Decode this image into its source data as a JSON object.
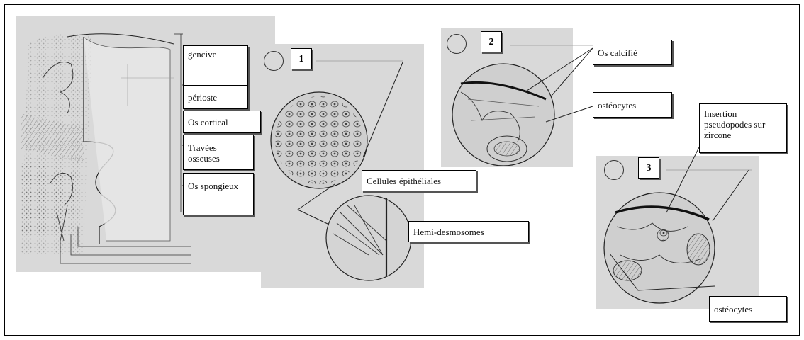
{
  "panels": {
    "overview": {
      "labels": [
        {
          "id": "gencive",
          "text": "gencive"
        },
        {
          "id": "perioste",
          "text": "périoste"
        },
        {
          "id": "os-cortical",
          "text": "Os cortical"
        },
        {
          "id": "travees",
          "text": "Travées osseuses"
        },
        {
          "id": "os-spongieux",
          "text": "Os spongieux"
        }
      ]
    },
    "detail1": {
      "number": "1",
      "labels": [
        {
          "id": "cellules",
          "text": "Cellules épithéliales"
        },
        {
          "id": "hemi",
          "text": "Hemi-desmosomes"
        }
      ]
    },
    "detail2": {
      "number": "2",
      "labels": [
        {
          "id": "os-calcifie",
          "text": "Os calcifié"
        },
        {
          "id": "osteocytes-2",
          "text": "ostéocytes"
        }
      ]
    },
    "detail3": {
      "number": "3",
      "labels": [
        {
          "id": "insertion",
          "text": "Insertion pseudopodes sur zircone"
        },
        {
          "id": "osteocytes-3",
          "text": "ostéocytes"
        }
      ]
    }
  },
  "colors": {
    "panel_bg": "#d9d9d9",
    "ink": "#222222",
    "frame": "#000000"
  }
}
